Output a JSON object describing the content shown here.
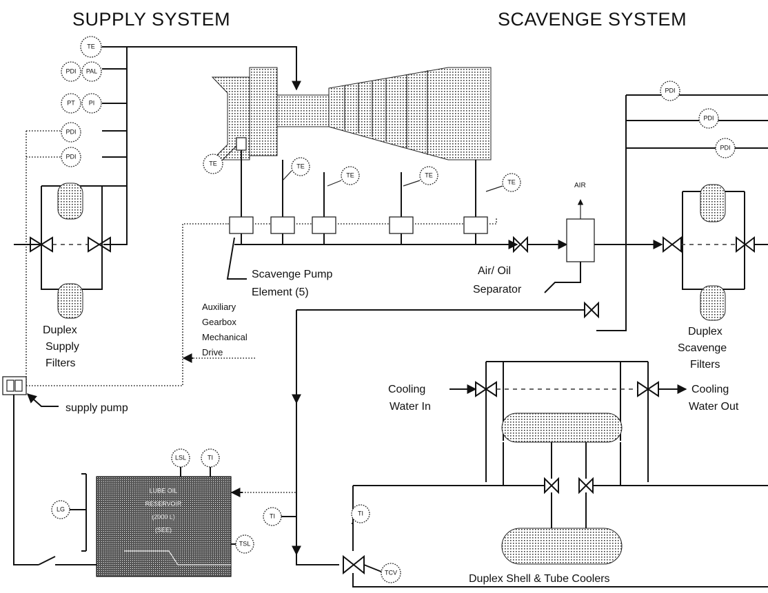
{
  "titles": {
    "supply": "SUPPLY SYSTEM",
    "scavenge": "SCAVENGE SYSTEM"
  },
  "labels": {
    "scavenge_pump_1": "Scavenge Pump",
    "scavenge_pump_2": "Element  (5)",
    "air_oil_1": "Air/ Oil",
    "air_oil_2": "Separator",
    "air": "AIR",
    "aux_1": "Auxiliary",
    "aux_2": "Gearbox",
    "aux_3": "Mechanical",
    "aux_4": "Drive",
    "supply_filters_1": "Duplex",
    "supply_filters_2": "Supply",
    "supply_filters_3": "Filters",
    "scavenge_filters_1": "Duplex",
    "scavenge_filters_2": "Scavenge",
    "scavenge_filters_3": "Filters",
    "supply_pump": "supply pump",
    "cooling_in_1": "Cooling",
    "cooling_in_2": "Water In",
    "cooling_out_1": "Cooling",
    "cooling_out_2": "Water Out",
    "coolers": "Duplex Shell & Tube Coolers",
    "reservoir_1": "LUBE OIL",
    "reservoir_2": "RESERVOIR",
    "reservoir_3": "(2000 L)",
    "reservoir_4": "(SEE)"
  },
  "instruments": {
    "te_top": "TE",
    "pdi_top": "PDI",
    "pal": "PAL",
    "pt": "PT",
    "pi": "PI",
    "pdi_sh": "PDI",
    "pdi_mid": "PDI",
    "te_eng": "TE",
    "te_2": "TE",
    "te_3": "TE",
    "te_4": "TE",
    "te_5": "TE",
    "pdi_r1": "PDI",
    "pdi_r2": "PDI",
    "pdi_r3": "PDI",
    "lsl": "LSL",
    "ti": "TI",
    "lg": "LG",
    "tsl": "TSL",
    "ti_left": "TI",
    "ti_mid": "TI",
    "tcv": "TCV"
  }
}
